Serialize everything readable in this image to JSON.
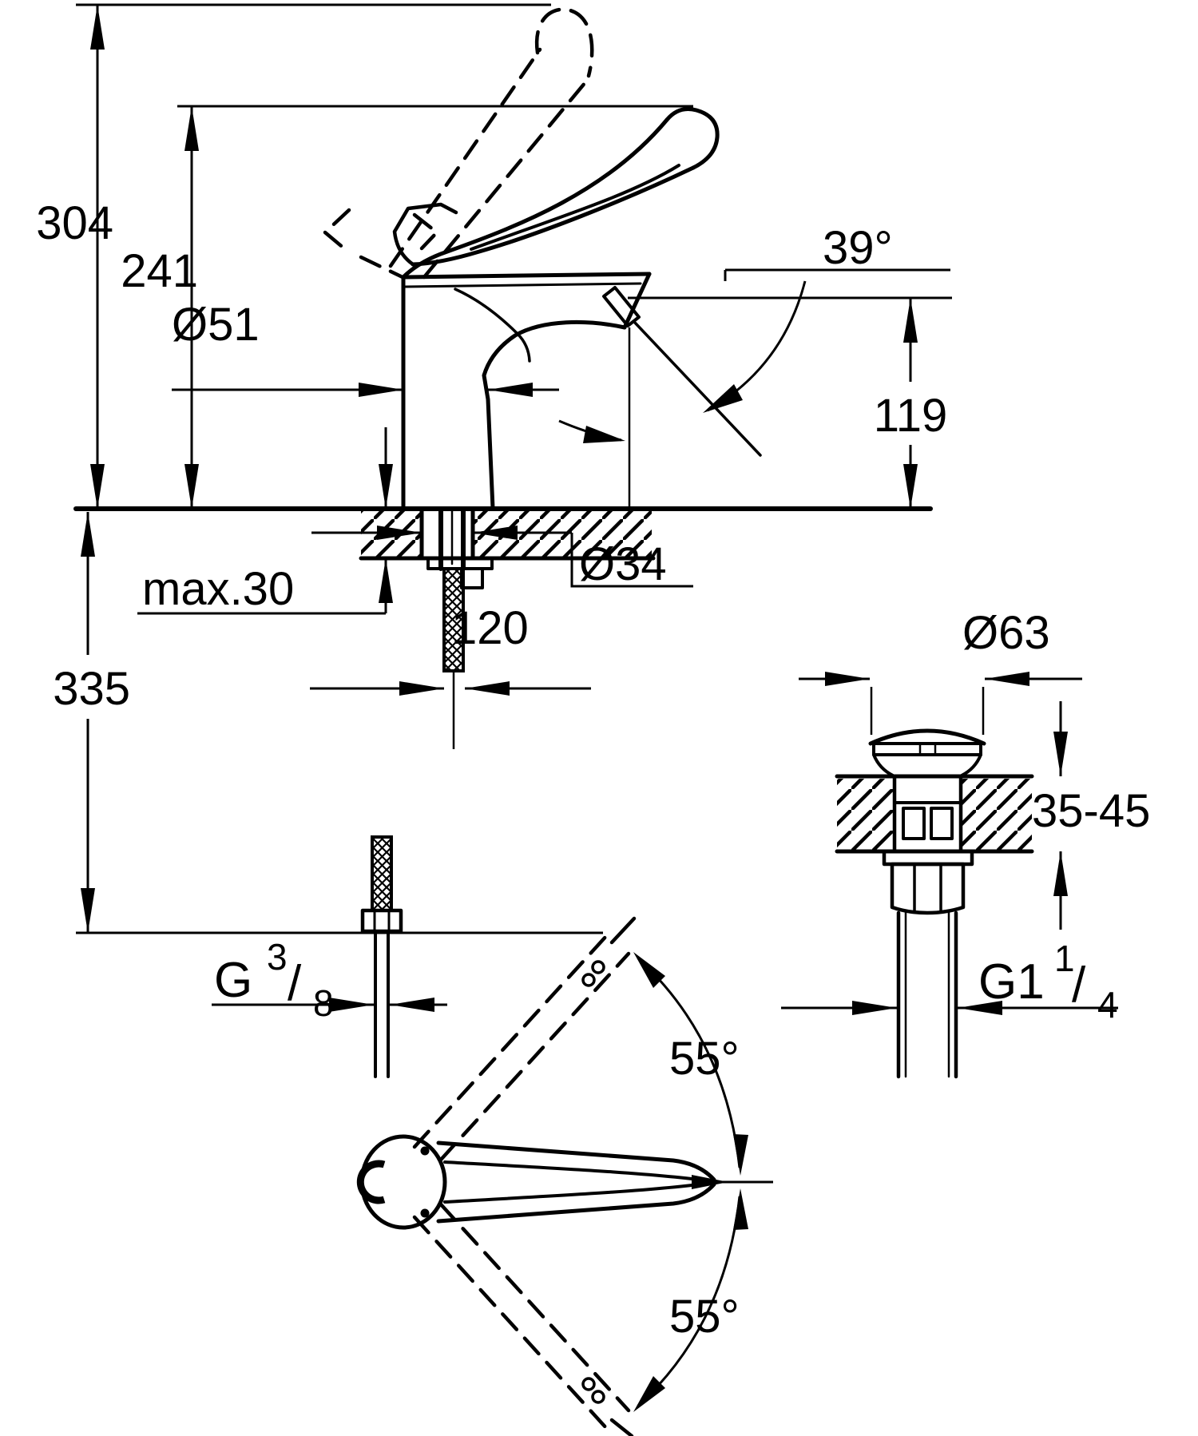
{
  "drawing": {
    "kind": "technical-dimension-drawing",
    "subject": "single-lever basin mixer with long lever, flexible supply hose and pop-up waste",
    "units": "mm",
    "line_color": "#000000",
    "background_color": "#ffffff"
  },
  "main_view": {
    "dim_overall_height": "304",
    "dim_lever_height": "241",
    "dim_body_diameter": "Ø51",
    "dim_spout_angle": "39°",
    "dim_outlet_height": "119",
    "dim_deck_max": "max.30",
    "dim_shank_diameter": "Ø34",
    "dim_hose_clearance": "120",
    "dim_hose_drop": "335",
    "supply_thread": {
      "prefix": "G",
      "numerator": "3",
      "slash": "/",
      "denominator": "8"
    }
  },
  "waste_view": {
    "dim_flange_diameter": "Ø63",
    "dim_deck_range": "35-45",
    "waste_thread": {
      "prefix": "G1",
      "numerator": "1",
      "slash": "/",
      "denominator": "4"
    }
  },
  "top_view": {
    "dim_swing_up": "55°",
    "dim_swing_down": "55°"
  }
}
